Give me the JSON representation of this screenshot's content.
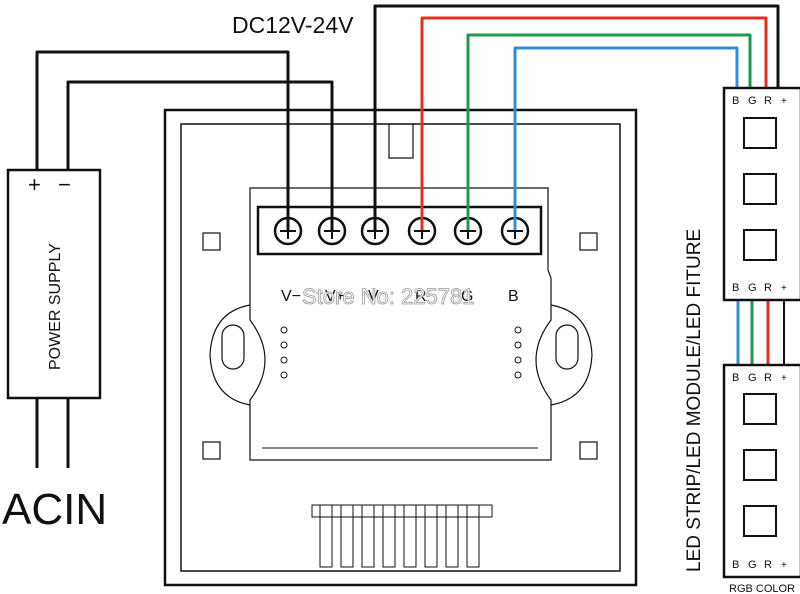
{
  "labels": {
    "voltage": "DC12V-24V",
    "power_supply": "POWER SUPPLY",
    "ps_plus": "+",
    "ps_minus": "−",
    "acin": "ACIN",
    "led_strip": "LED STRIP/LED MODULE/LED FITURE",
    "rgb_color": "RGB COLOR",
    "watermark": "Store No: 225781"
  },
  "terminals": [
    "V−",
    "V+",
    "V",
    "R",
    "G",
    "B"
  ],
  "strip_pins": [
    "B",
    "G",
    "R",
    "+"
  ],
  "wire_colors": {
    "red": "#e0301e",
    "green": "#1f9a4b",
    "blue": "#2f8fd6",
    "black": "#111111"
  }
}
